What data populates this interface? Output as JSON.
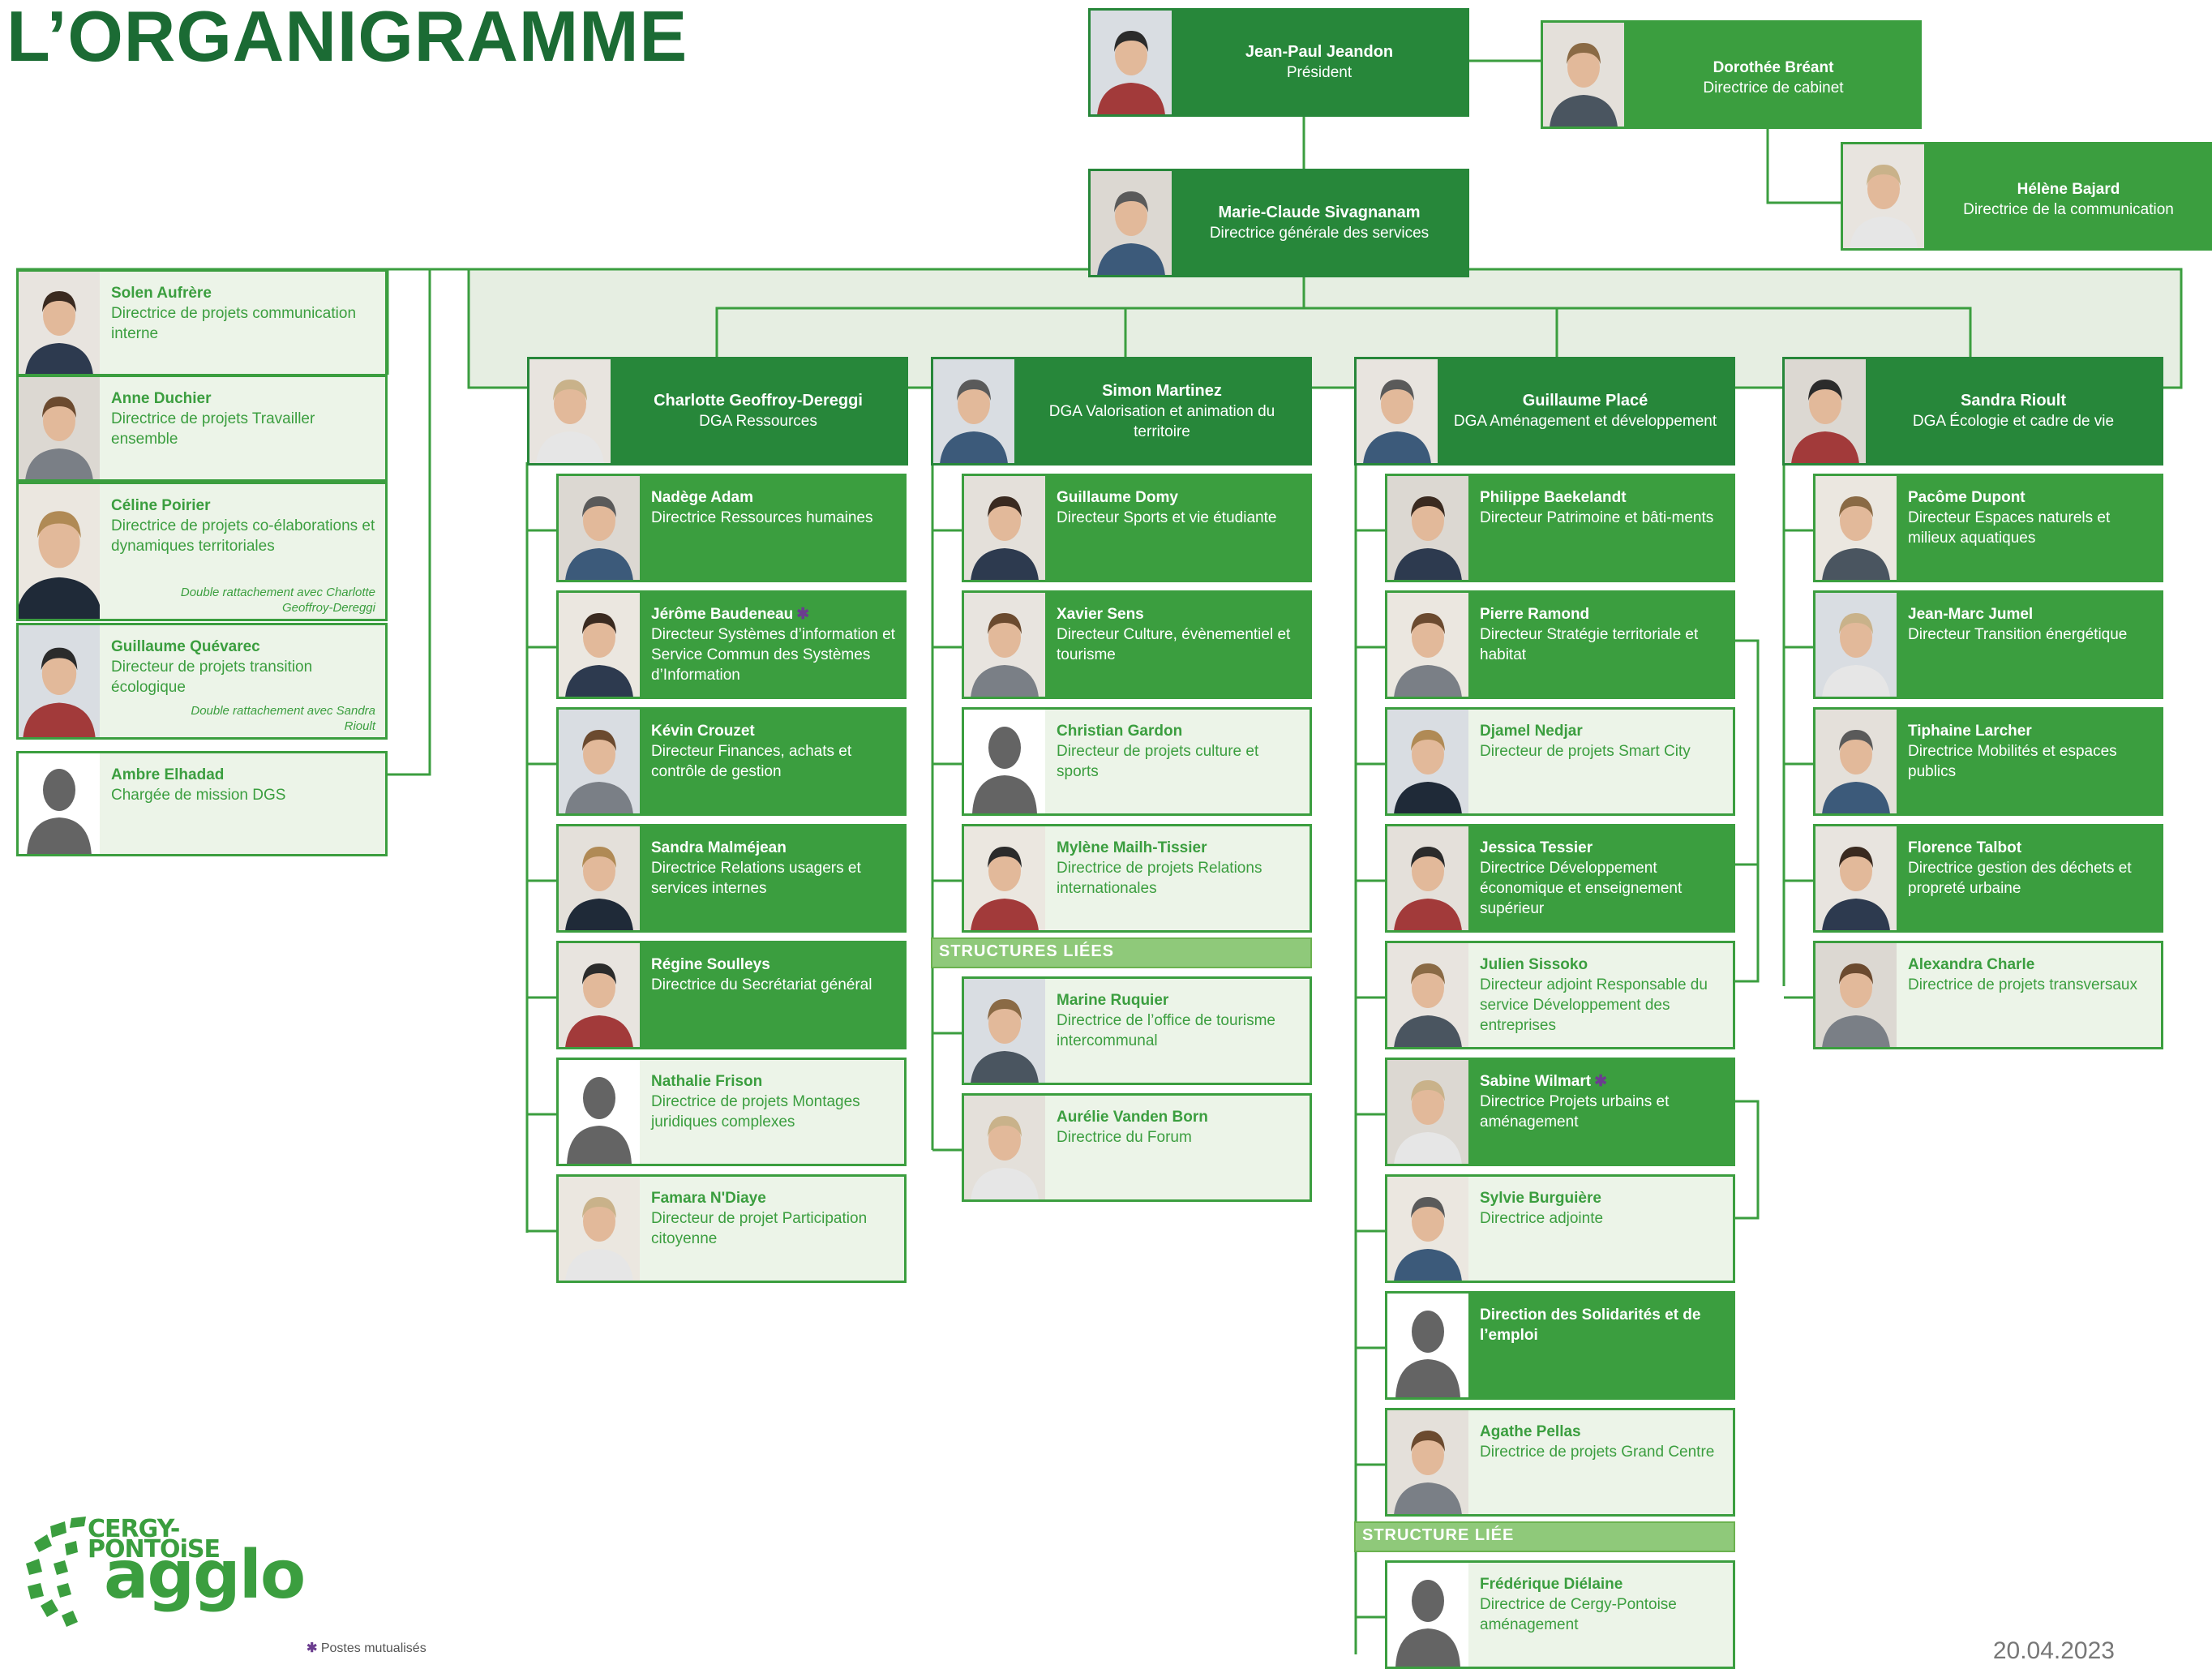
{
  "title": "L’ORGANIGRAMME",
  "colors": {
    "dark": "#27873a",
    "green": "#3b9e3f",
    "light": "#ecf4e8",
    "band": "#8fc97a",
    "title": "#1b6b34",
    "accent": "#6b3d8f"
  },
  "top": {
    "president": {
      "name": "Jean-Paul Jeandon",
      "role": "Président"
    },
    "cabinet": {
      "name": "Dorothée Bréant",
      "role": "Directrice de cabinet"
    },
    "communication": {
      "name": "Hélène Bajard",
      "role": "Directrice de la communication"
    },
    "dgs": {
      "name": "Marie-Claude Sivagnanam",
      "role": "Directrice générale des services"
    }
  },
  "left_column": [
    {
      "name": "Solen Aufrère",
      "role": "Directrice de projets communication interne",
      "note": ""
    },
    {
      "name": "Anne Duchier",
      "role": "Directrice de projets Travailler ensemble",
      "note": ""
    },
    {
      "name": "Céline Poirier",
      "role": "Directrice de projets co-élaborations et dynamiques territoriales",
      "note": "Double rattachement avec Charlotte Geoffroy-Dereggi"
    },
    {
      "name": "Guillaume Quévarec",
      "role": "Directeur de projets transition écologique",
      "note": "Double rattachement avec Sandra Rioult"
    },
    {
      "name": "Ambre Elhadad",
      "role": "Chargée de mission DGS",
      "note": ""
    }
  ],
  "dga": [
    {
      "name": "Charlotte Geoffroy-Dereggi",
      "role": "DGA Ressources",
      "reports": [
        {
          "name": "Nadège Adam",
          "role": "Directrice Ressources humaines",
          "style": "g",
          "star": false
        },
        {
          "name": "Jérôme Baudeneau",
          "role": "Directeur Systèmes d’information et Service Commun des Systèmes d’Information",
          "style": "g",
          "star": true
        },
        {
          "name": "Kévin Crouzet",
          "role": "Directeur Finances, achats et contrôle de gestion",
          "style": "g",
          "star": false
        },
        {
          "name": "Sandra Malméjean",
          "role": "Directrice Relations usagers et services internes",
          "style": "g",
          "star": false
        },
        {
          "name": "Régine Soulleys",
          "role": "Directrice du Secrétariat général",
          "style": "g",
          "star": false
        },
        {
          "name": "Nathalie Frison",
          "role": "Directrice de projets Montages juridiques complexes",
          "style": "l",
          "star": false
        },
        {
          "name": "Famara N'Diaye",
          "role": "Directeur de projet Participation citoyenne",
          "style": "l",
          "star": false
        }
      ]
    },
    {
      "name": "Simon Martinez",
      "role": "DGA Valorisation et animation du territoire",
      "reports": [
        {
          "name": "Guillaume Domy",
          "role": "Directeur Sports et vie étudiante",
          "style": "g",
          "star": false
        },
        {
          "name": "Xavier Sens",
          "role": "Directeur Culture, évènementiel et tourisme",
          "style": "g",
          "star": false
        },
        {
          "name": "Christian Gardon",
          "role": "Directeur de projets culture et sports",
          "style": "l",
          "star": false
        },
        {
          "name": "Mylène Mailh-Tissier",
          "role": "Directrice de projets Relations internationales",
          "style": "l",
          "star": false
        }
      ],
      "band": "STRUCTURES LIÉES",
      "linked": [
        {
          "name": "Marine Ruquier",
          "role": "Directrice de l’office de tourisme intercommunal",
          "style": "l",
          "star": false
        },
        {
          "name": "Aurélie Vanden Born",
          "role": "Directrice du Forum",
          "style": "l",
          "star": false
        }
      ]
    },
    {
      "name": "Guillaume Placé",
      "role": "DGA Aménagement et développement",
      "reports": [
        {
          "name": "Philippe Baekelandt",
          "role": "Directeur Patrimoine et bâti-ments",
          "style": "g",
          "star": false
        },
        {
          "name": "Pierre Ramond",
          "role": "Directeur Stratégie territoriale et habitat",
          "style": "g",
          "star": false
        },
        {
          "name": "Djamel Nedjar",
          "role": "Directeur de projets Smart City",
          "style": "l",
          "star": false
        },
        {
          "name": "Jessica Tessier",
          "role": "Directrice Développement économique et enseignement supérieur",
          "style": "g",
          "star": false
        },
        {
          "name": "Julien Sissoko",
          "role": "Directeur adjoint Responsable du service Développement des entreprises",
          "style": "l",
          "star": false
        },
        {
          "name": "Sabine Wilmart",
          "role": "Directrice Projets urbains et aménagement",
          "style": "g",
          "star": true
        },
        {
          "name": "Sylvie Burguière",
          "role": "Directrice adjointe",
          "style": "l",
          "star": false
        },
        {
          "name": "Direction des Solidarités et de l’emploi",
          "role": "",
          "style": "g",
          "star": false
        },
        {
          "name": "Agathe Pellas",
          "role": "Directrice de projets Grand Centre",
          "style": "l",
          "star": false
        }
      ],
      "band": "STRUCTURE LIÉE",
      "linked": [
        {
          "name": "Frédérique Diélaine",
          "role": "Directrice de Cergy-Pontoise aménagement",
          "style": "l",
          "star": false
        }
      ]
    },
    {
      "name": "Sandra Rioult",
      "role": "DGA Écologie et cadre de vie",
      "reports": [
        {
          "name": "Pacôme Dupont",
          "role": "Directeur Espaces naturels et milieux aquatiques",
          "style": "g",
          "star": false
        },
        {
          "name": "Jean-Marc Jumel",
          "role": "Directeur Transition énergétique",
          "style": "g",
          "star": false
        },
        {
          "name": "Tiphaine Larcher",
          "role": "Directrice Mobilités et espaces publics",
          "style": "g",
          "star": false
        },
        {
          "name": "Florence Talbot",
          "role": "Directrice gestion des déchets et propreté urbaine",
          "style": "g",
          "star": false
        },
        {
          "name": "Alexandra Charle",
          "role": "Directrice de projets transversaux",
          "style": "l",
          "star": false
        }
      ]
    }
  ],
  "logo": {
    "line1": "CERGY-",
    "line2": "PONTOiSE",
    "line3": "agglo"
  },
  "footnote": {
    "star": "✱",
    "text": "Postes mutualisés"
  },
  "date": "20.04.2023"
}
